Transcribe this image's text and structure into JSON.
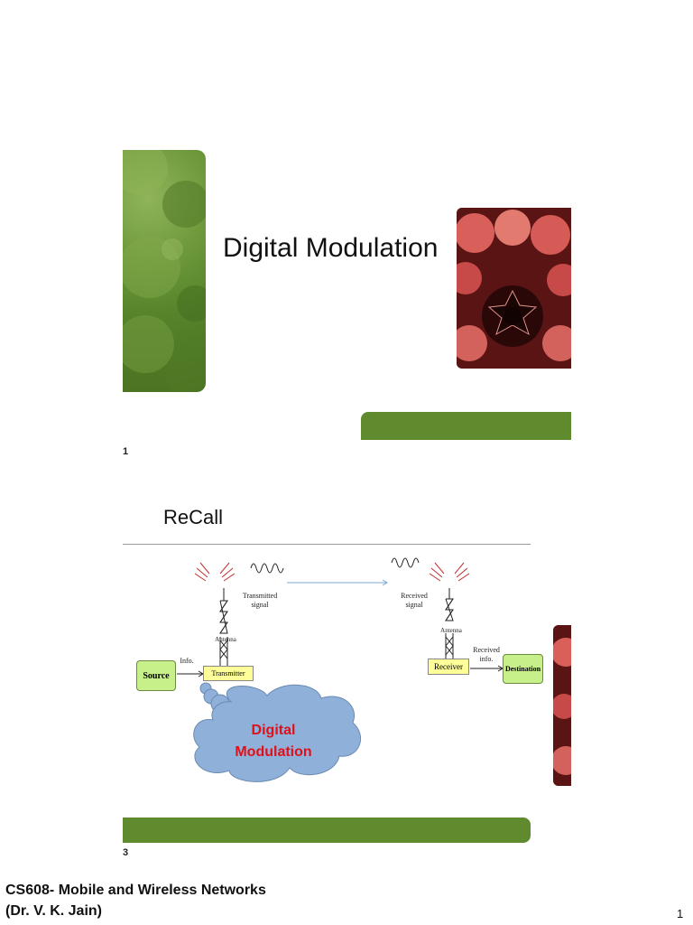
{
  "slide1": {
    "title": "Digital Modulation",
    "number": "1"
  },
  "slide2": {
    "title": "ReCall",
    "number": "3",
    "diagram": {
      "source": "Source",
      "info": "Info.",
      "transmitter": "Transmitter",
      "antenna_tx": "Antenna",
      "transmitted_signal_line1": "Transmitted",
      "transmitted_signal_line2": "signal",
      "received_signal_line1": "Received",
      "received_signal_line2": "signal",
      "antenna_rx": "Antenna",
      "receiver": "Receiver",
      "received_info_line1": "Received",
      "received_info_line2": "info.",
      "destination": "Destination",
      "cloud_line1": "Digital",
      "cloud_line2": "Modulation"
    }
  },
  "footer": {
    "course": "CS608- Mobile and Wireless Networks",
    "author": "(Dr. V. K. Jain)",
    "page": "1"
  },
  "colors": {
    "accent_green": "#5f8a2e",
    "cloud_blue": "#8fb0d8",
    "cloud_text_red": "#e0101a",
    "box_yellow": "#ffff99",
    "box_green": "#c8f08a"
  }
}
